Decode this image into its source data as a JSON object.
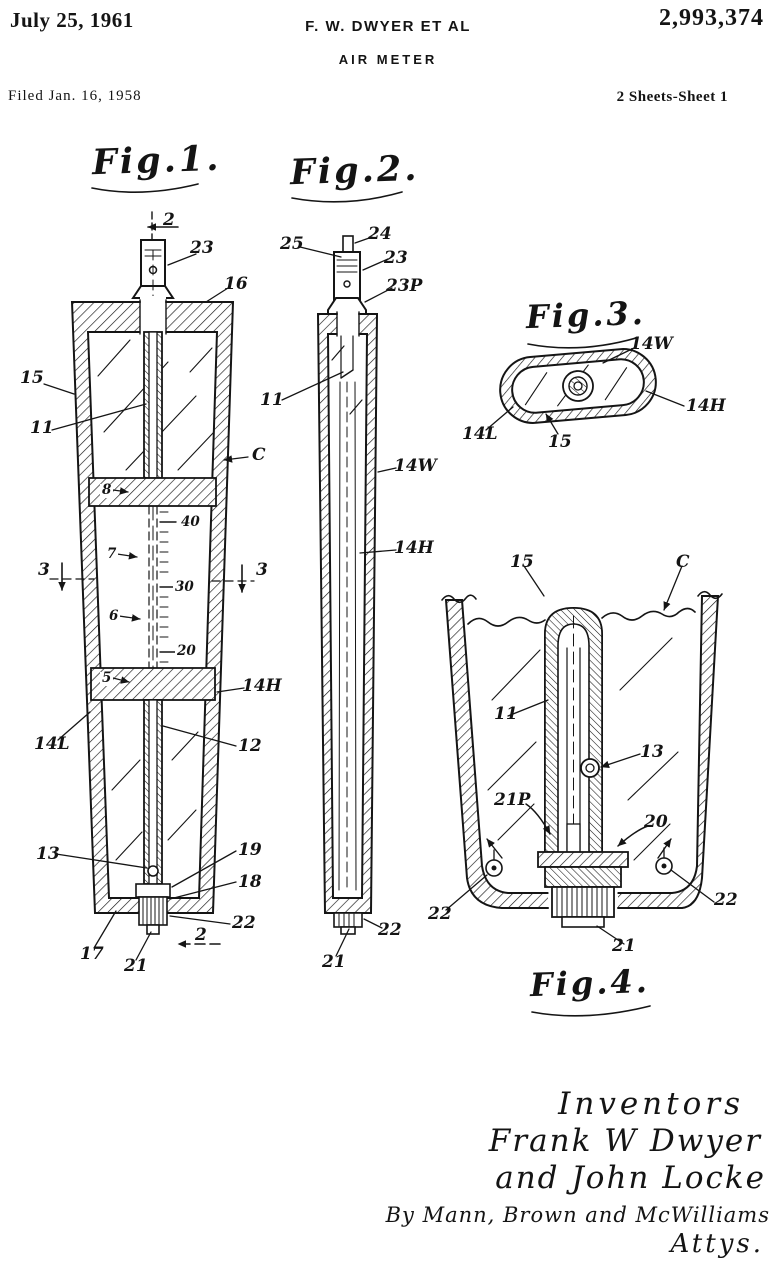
{
  "header": {
    "date": "July 25, 1961",
    "authors": "F. W. DWYER ET AL",
    "title": "AIR METER",
    "patent_number": "2,993,374",
    "filed_line": "Filed Jan. 16, 1958",
    "sheet_line": "2 Sheets-Sheet 1"
  },
  "figures": {
    "fig1": {
      "label": "Fig.1.",
      "refs": {
        "sec2_top": "2",
        "n23": "23",
        "n16": "16",
        "n15": "15",
        "n11": "11",
        "C": "C",
        "n8": "8",
        "s40": "40",
        "n7": "7",
        "sec3_left": "3",
        "s30": "30",
        "n6": "6",
        "s20": "20",
        "n5": "5",
        "sec3_right": "3",
        "n14H": "14H",
        "n14L": "14L",
        "n12": "12",
        "n13": "13",
        "n19": "19",
        "n18": "18",
        "n22": "22",
        "n17": "17",
        "n21": "21",
        "sec2_bottom": "2"
      }
    },
    "fig2": {
      "label": "Fig.2.",
      "refs": {
        "n25": "25",
        "n24": "24",
        "n23": "23",
        "n23P": "23P",
        "n11": "11",
        "n14W": "14W",
        "n14H": "14H",
        "n22": "22",
        "n21": "21"
      }
    },
    "fig3": {
      "label": "Fig.3.",
      "refs": {
        "n14W": "14W",
        "n14H": "14H",
        "n14L": "14L",
        "n15": "15"
      }
    },
    "fig4": {
      "label": "Fig.4.",
      "refs": {
        "n15": "15",
        "C": "C",
        "n11": "11",
        "n13": "13",
        "n21P": "21P",
        "n20": "20",
        "n22_left": "22",
        "n22_right": "22",
        "n21": "21"
      }
    }
  },
  "signature": {
    "inventors_heading": "Inventors",
    "inventor_line_1": "Frank W Dwyer",
    "inventor_line_2": "and John Locke",
    "attorneys_line": "By Mann, Brown and McWilliams",
    "attys_label": "Attys."
  }
}
